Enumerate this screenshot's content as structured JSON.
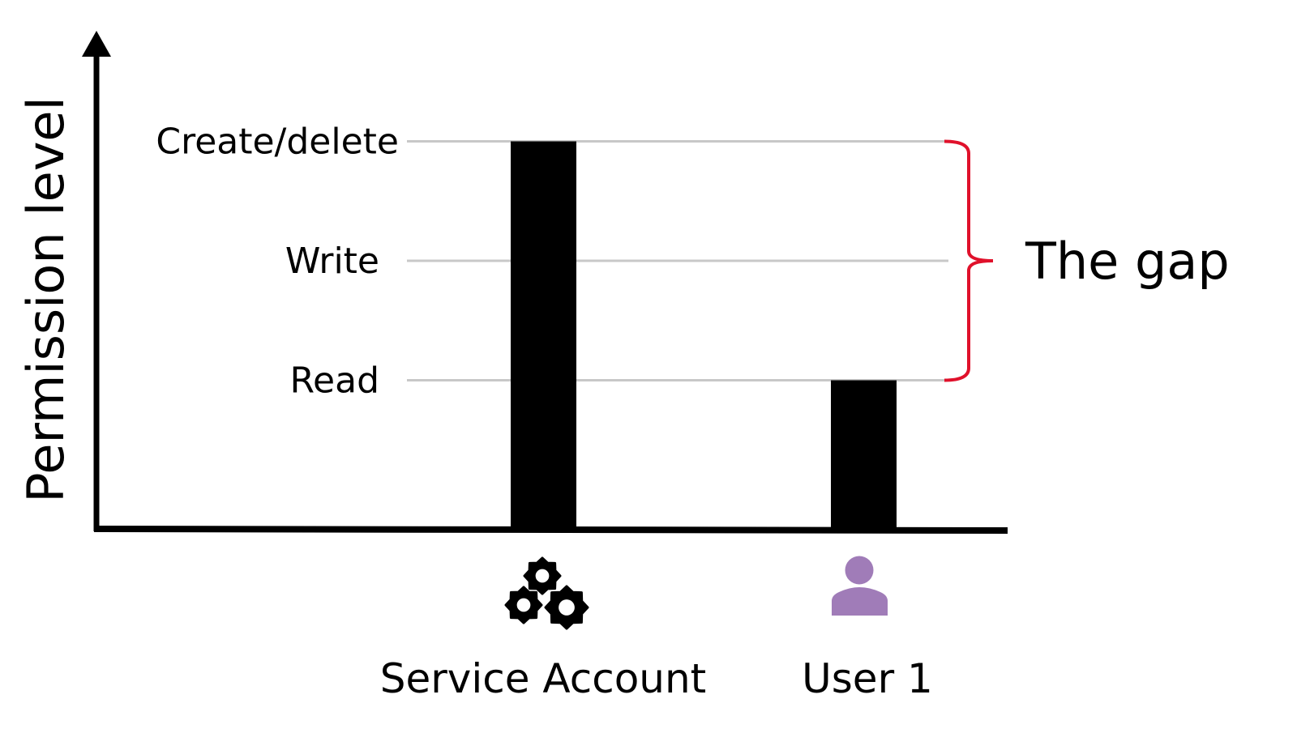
{
  "chart_data": {
    "type": "bar",
    "ylabel": "Permission level",
    "xlabel": "",
    "levels": [
      {
        "label": "Read",
        "value": 1
      },
      {
        "label": "Write",
        "value": 2
      },
      {
        "label": "Create/delete",
        "value": 3
      }
    ],
    "categories": [
      "Service Account",
      "User 1"
    ],
    "category_icons": [
      "gears-icon",
      "user-icon"
    ],
    "values": [
      3,
      1
    ],
    "ylim": [
      0,
      3
    ],
    "grid": true,
    "annotation": {
      "text": "The gap",
      "from": 1,
      "to": 3,
      "color": "#e0112b"
    },
    "colors": {
      "bar": "#000000",
      "grid": "#c8c8c8",
      "user_icon": "#a07cb8"
    }
  }
}
